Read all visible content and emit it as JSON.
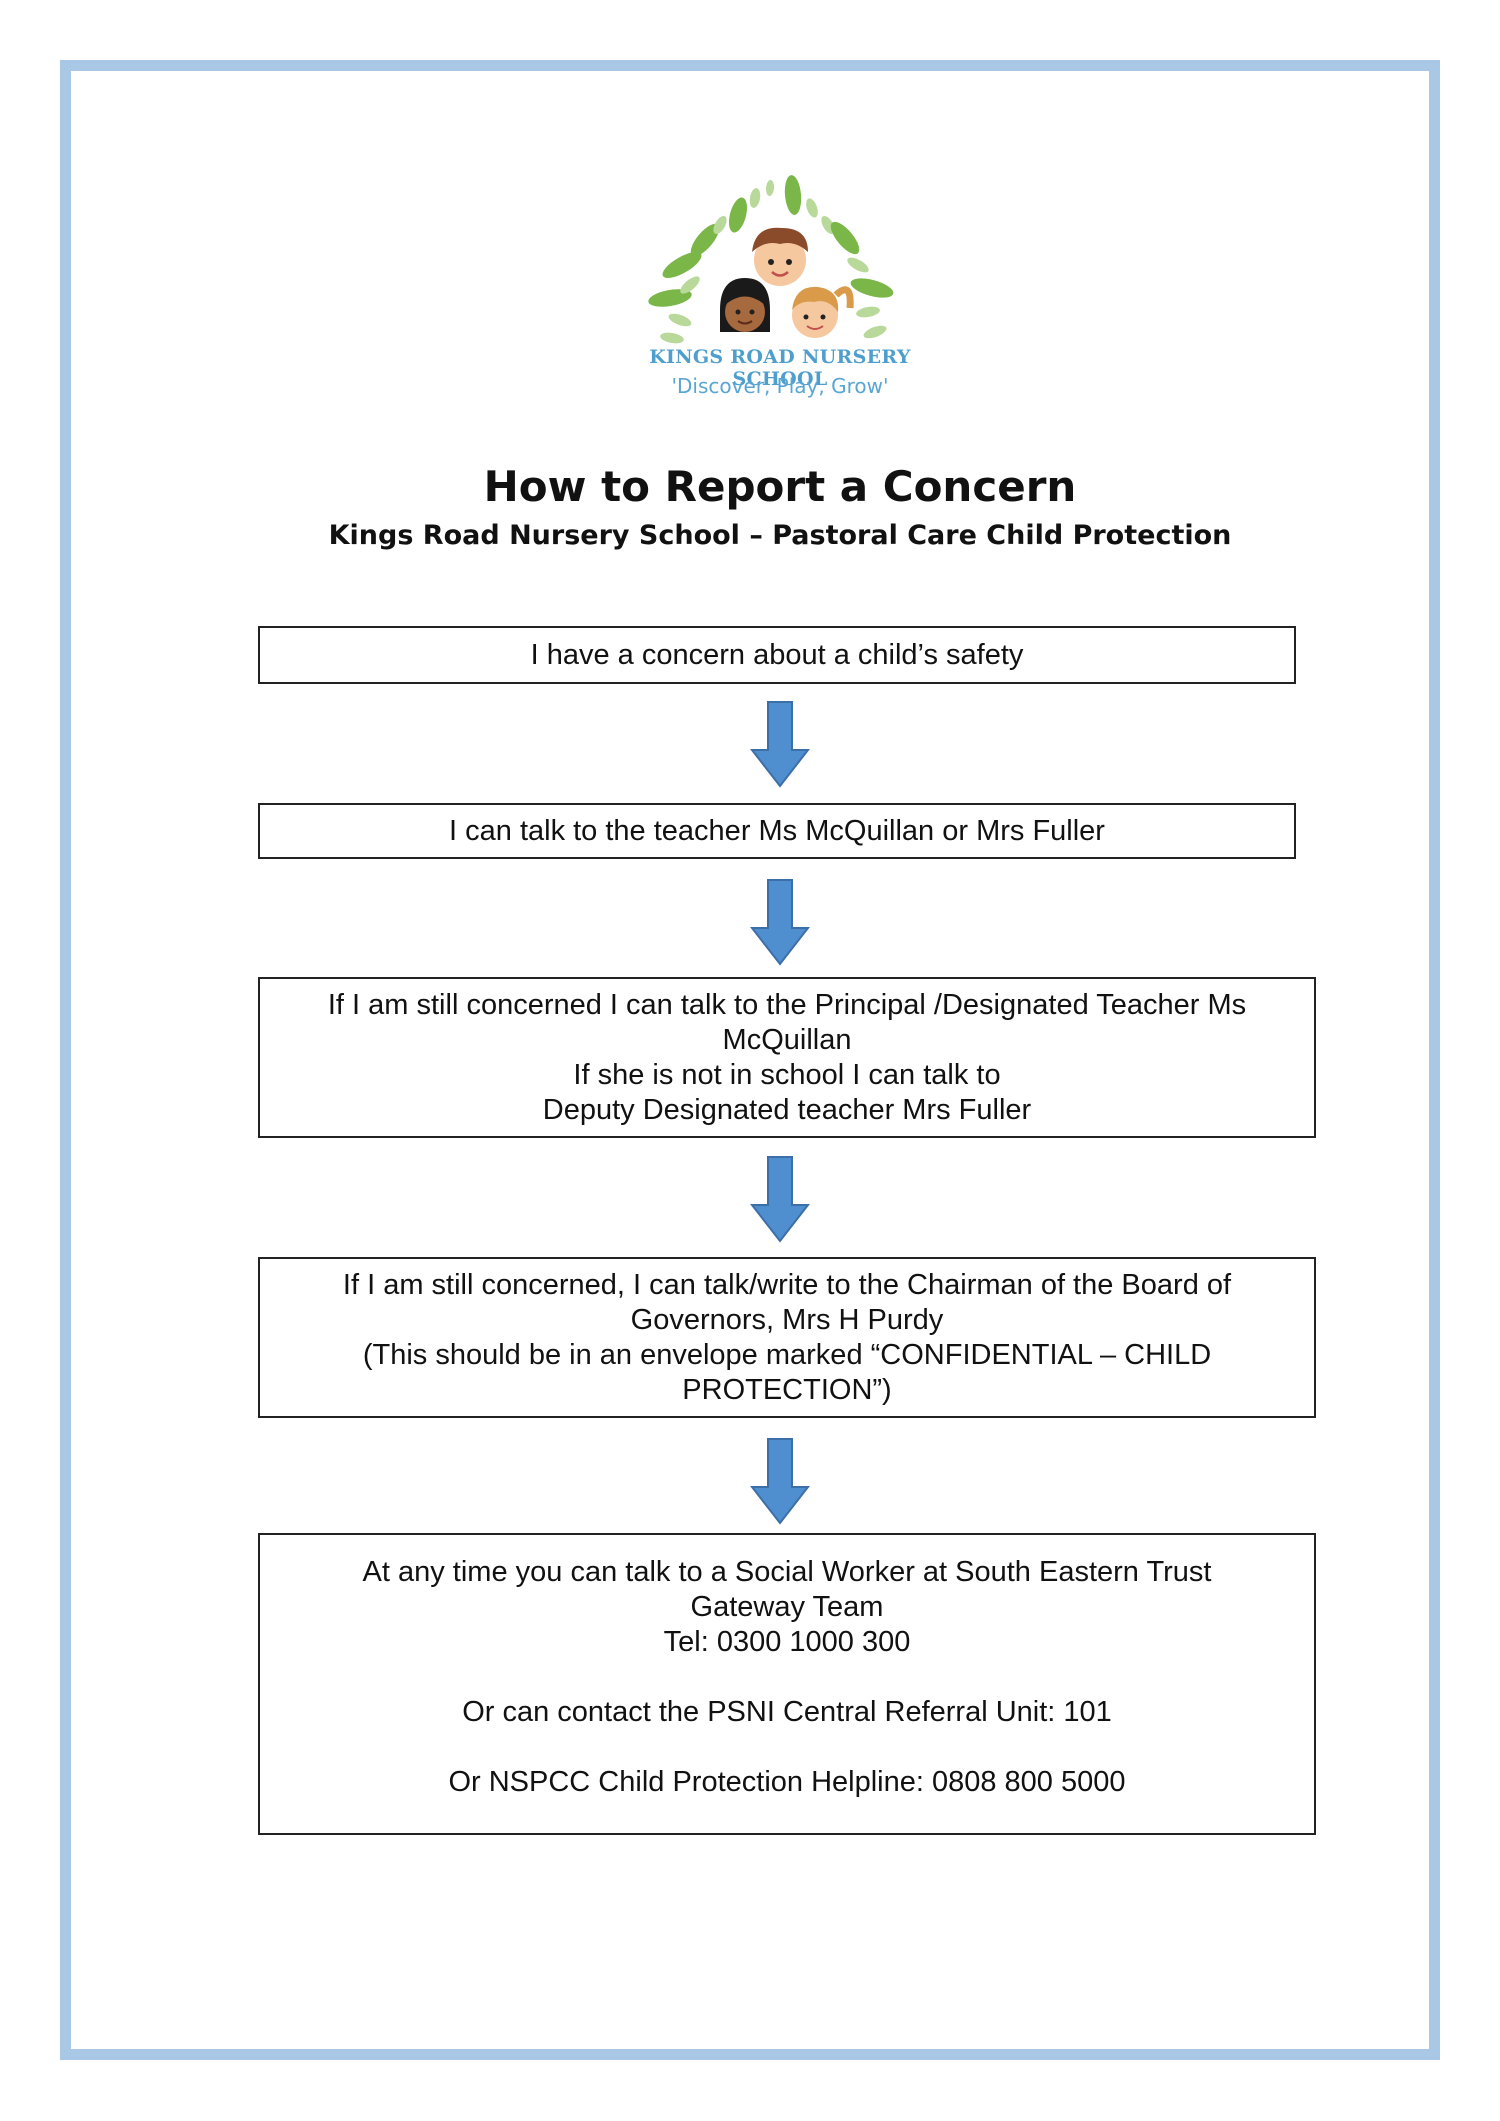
{
  "logo": {
    "name": "KINGS ROAD NURSERY SCHOOL",
    "tagline": "'Discover, Play, Grow'",
    "colors": {
      "leaf_dark": "#7ab648",
      "leaf_light": "#b8d99a",
      "text": "#4f9fce"
    }
  },
  "title": "How to Report a Concern",
  "subtitle": "Kings Road Nursery School – Pastoral Care Child Protection",
  "steps": [
    {
      "lines": [
        "I have a concern about a child’s safety"
      ]
    },
    {
      "lines": [
        "I can talk to the teacher Ms McQuillan or Mrs Fuller"
      ]
    },
    {
      "lines": [
        "If I am still concerned I can talk to the Principal /Designated Teacher Ms",
        "McQuillan",
        "If she is not in school I can talk to",
        "Deputy Designated teacher Mrs Fuller"
      ]
    },
    {
      "lines": [
        "If I am still concerned, I can talk/write to the Chairman of the Board of",
        "Governors, Mrs H Purdy",
        "(This should be in an envelope marked “CONFIDENTIAL – CHILD",
        "PROTECTION”)"
      ]
    },
    {
      "lines": [
        "At any time you can talk to a Social Worker at South Eastern Trust",
        "Gateway Team",
        "Tel: 0300 1000 300",
        "",
        "Or can contact the PSNI Central Referral Unit: 101",
        "",
        "Or NSPCC Child Protection Helpline: 0808 800 5000"
      ]
    }
  ],
  "colors": {
    "border": "#a8c8e6",
    "arrow_fill": "#4f8fd0",
    "arrow_stroke": "#3c6fa8"
  }
}
